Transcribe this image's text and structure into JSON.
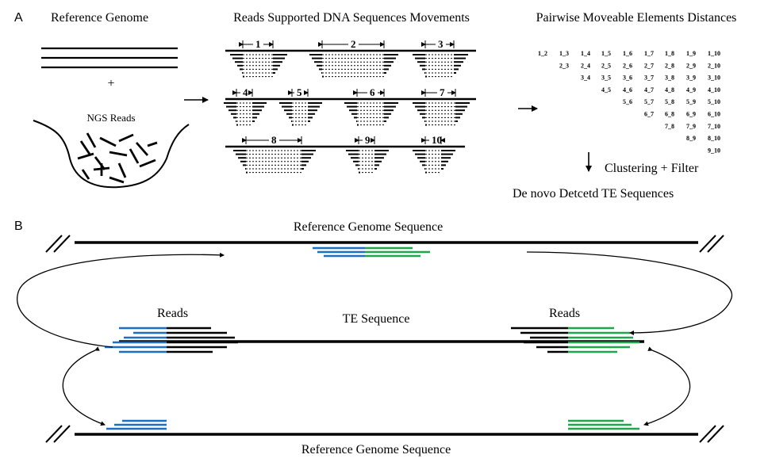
{
  "panelA": {
    "label": "A",
    "ref_genome_title": "Reference Genome",
    "plus": "+",
    "ngs_reads": "NGS  Reads",
    "movements_title": "Reads Supported DNA Sequences Movements",
    "distances_title": "Pairwise Moveable Elements Distances",
    "element_ids": [
      "1",
      "2",
      "3",
      "4",
      "5",
      "6",
      "7",
      "8",
      "9",
      "10"
    ],
    "pairs": [
      [
        "1_2",
        "1_3",
        "1_4",
        "1_5",
        "1_6",
        "1_7",
        "1_8",
        "1_9",
        "1_10"
      ],
      [
        "2_3",
        "2_4",
        "2_5",
        "2_6",
        "2_7",
        "2_8",
        "2_9",
        "2_10"
      ],
      [
        "3_4",
        "3_5",
        "3_6",
        "3_7",
        "3_8",
        "3_9",
        "3_10"
      ],
      [
        "4_5",
        "4_6",
        "4_7",
        "4_8",
        "4_9",
        "4_10"
      ],
      [
        "5_6",
        "5_7",
        "5_8",
        "5_9",
        "5_10"
      ],
      [
        "6_7",
        "6_8",
        "6_9",
        "6_10"
      ],
      [
        "7_8",
        "7_9",
        "7_10"
      ],
      [
        "8_9",
        "8_10"
      ],
      [
        "9_10"
      ]
    ],
    "clustering": "Clustering + Filter",
    "denovo": "De novo Detcetd TE Sequences"
  },
  "panelB": {
    "label": "B",
    "ref_top": "Reference Genome Sequence",
    "reads_left": "Reads",
    "te_sequence": "TE Sequence",
    "reads_right": "Reads",
    "ref_bottom": "Reference Genome Sequence"
  },
  "colors": {
    "blue": "#1f6fc0",
    "green": "#1fa64a",
    "black": "#000000"
  }
}
